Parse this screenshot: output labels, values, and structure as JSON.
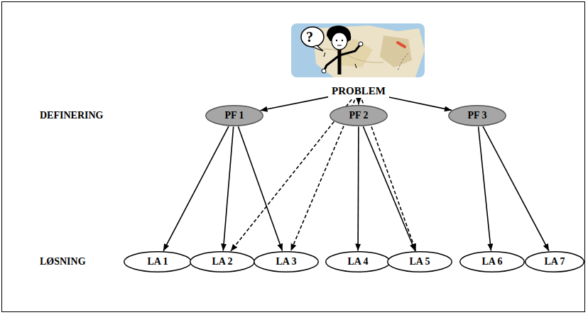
{
  "diagram": {
    "nodes": [
      {
        "text": [
          "PROBLEM"
        ]
      },
      {
        "text": [
          "PF 1"
        ]
      },
      {
        "text": [
          "PF 2"
        ]
      },
      {
        "text": [
          "PF 3"
        ]
      },
      {
        "text": [
          "LA 1"
        ]
      },
      {
        "text": [
          "LA 2"
        ]
      },
      {
        "text": [
          "LA 3"
        ]
      },
      {
        "text": [
          "LA 4"
        ]
      },
      {
        "text": [
          "LA 5"
        ]
      },
      {
        "text": [
          "LA 6"
        ]
      },
      {
        "text": [
          "LA 7"
        ]
      }
    ],
    "edges": [
      {
        "from": 0,
        "to": 1,
        "arrow": "to"
      },
      {
        "from": 0,
        "to": 5,
        "arrow": "to"
      },
      {
        "from": 0,
        "to": 6,
        "arrow": "to"
      },
      {
        "from": 0,
        "to": 2,
        "arrow": "to"
      },
      {
        "from": 0,
        "to": 8,
        "arrow": "to"
      },
      {
        "from": 0,
        "to": 3,
        "arrow": "to"
      },
      {
        "from": 1,
        "to": 4,
        "arrow": "to"
      },
      {
        "from": 1,
        "to": 5,
        "arrow": "to"
      },
      {
        "from": 1,
        "to": 6,
        "arrow": "to"
      },
      {
        "from": 2,
        "to": 7,
        "arrow": "to"
      },
      {
        "from": 2,
        "to": 8,
        "arrow": "to"
      },
      {
        "from": 3,
        "to": 9,
        "arrow": "to"
      },
      {
        "from": 3,
        "to": 10,
        "arrow": "to"
      }
    ],
    "labels": [
      "?",
      "DEFINERING",
      "LØSNING"
    ]
  }
}
